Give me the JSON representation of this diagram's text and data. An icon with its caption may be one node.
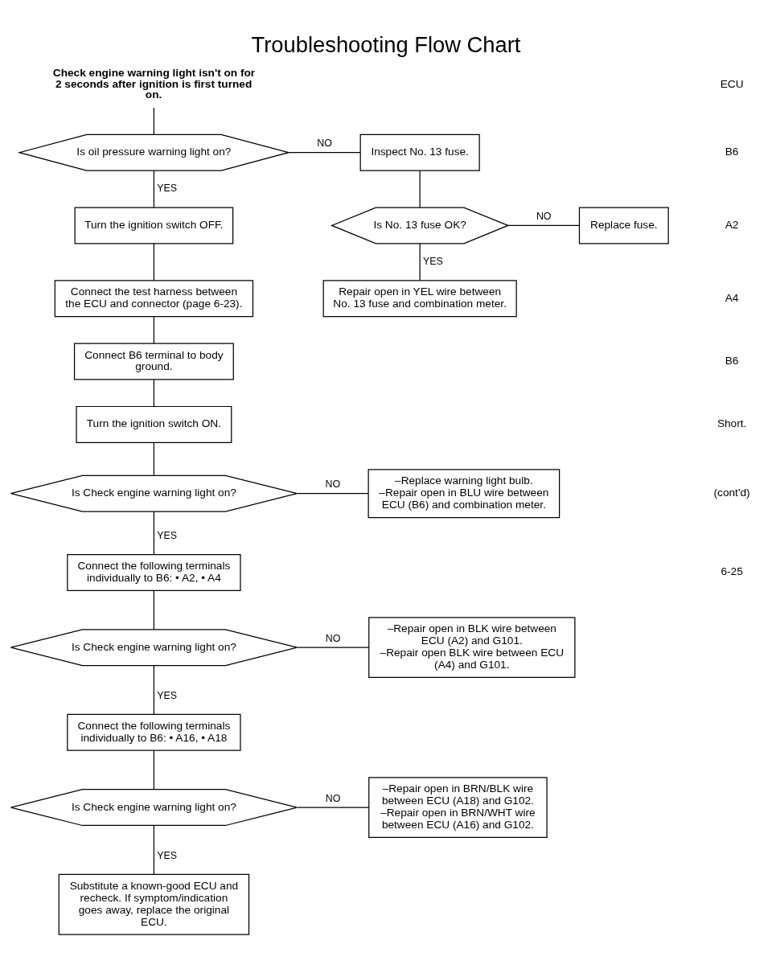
{
  "diagram": {
    "title": "Troubleshooting Flow Chart",
    "nodes": [
      {
        "text": [
          "Check engine warning light isn't on for 2 seconds after ignition is first turned on."
        ]
      },
      {
        "text": [
          "Is oil pressure warning light on?"
        ]
      },
      {
        "text": [
          "Inspect No. 13 fuse."
        ]
      },
      {
        "text": [
          "Turn the ignition switch OFF."
        ]
      },
      {
        "text": [
          "Is No. 13 fuse OK?"
        ]
      },
      {
        "text": [
          "Replace fuse."
        ]
      },
      {
        "text": [
          "Connect the test harness between the ECU and connector (page 6-23)."
        ]
      },
      {
        "text": [
          "Repair open in YEL wire between No. 13 fuse and combination meter."
        ]
      },
      {
        "text": [
          "Connect B6 terminal to body ground."
        ]
      },
      {
        "text": [
          "Turn the ignition switch ON."
        ]
      },
      {
        "text": [
          "Is Check engine warning light on?"
        ]
      },
      {
        "text": [
          "–Replace warning light bulb.",
          "–Repair open in BLU wire between ECU (B6) and combination meter."
        ]
      },
      {
        "text": [
          "Connect the following terminals individually to B6: • A2, • A4"
        ]
      },
      {
        "text": [
          "Is Check engine warning light on?"
        ]
      },
      {
        "text": [
          "–Repair open in BLK wire between ECU (A2) and G101.",
          "–Repair open BLK wire between ECU (A4) and G101."
        ]
      },
      {
        "text": [
          "Connect the following terminals individually to B6: • A16, • A18"
        ]
      },
      {
        "text": [
          "Is Check engine warning light on?"
        ]
      },
      {
        "text": [
          "–Repair open in BRN/BLK wire between ECU (A18) and G102.",
          "–Repair open in BRN/WHT wire between ECU (A16) and G102."
        ]
      },
      {
        "text": [
          "Substitute a known-good ECU and recheck. If symptom/indication goes away, replace the original ECU."
        ]
      }
    ],
    "edges": [
      {
        "from": 0,
        "to": 1,
        "arrow": "none"
      },
      {
        "from": 1,
        "to": 2,
        "arrow": "none",
        "label": "NO"
      },
      {
        "from": 1,
        "to": 3,
        "arrow": "none",
        "label": "YES"
      },
      {
        "from": 2,
        "to": 4,
        "arrow": "none"
      },
      {
        "from": 4,
        "to": 5,
        "arrow": "none",
        "label": "NO"
      },
      {
        "from": 4,
        "to": 7,
        "arrow": "none",
        "label": "YES"
      },
      {
        "from": 3,
        "to": 6,
        "arrow": "none"
      },
      {
        "from": 6,
        "to": 8,
        "arrow": "none"
      },
      {
        "from": 8,
        "to": 9,
        "arrow": "none"
      },
      {
        "from": 9,
        "to": 10,
        "arrow": "none"
      },
      {
        "from": 10,
        "to": 11,
        "arrow": "none",
        "label": "NO"
      },
      {
        "from": 10,
        "to": 12,
        "arrow": "none",
        "label": "YES"
      },
      {
        "from": 12,
        "to": 13,
        "arrow": "none"
      },
      {
        "from": 13,
        "to": 14,
        "arrow": "none",
        "label": "NO"
      },
      {
        "from": 13,
        "to": 15,
        "arrow": "none",
        "label": "YES"
      },
      {
        "from": 15,
        "to": 16,
        "arrow": "none"
      },
      {
        "from": 16,
        "to": 17,
        "arrow": "none",
        "label": "NO"
      },
      {
        "from": 16,
        "to": 18,
        "arrow": "none",
        "label": "YES"
      }
    ],
    "labels": [
      "ECU",
      "B6",
      "A2",
      "A4",
      "B6",
      "Short.",
      "(cont'd)",
      "6-25"
    ]
  }
}
